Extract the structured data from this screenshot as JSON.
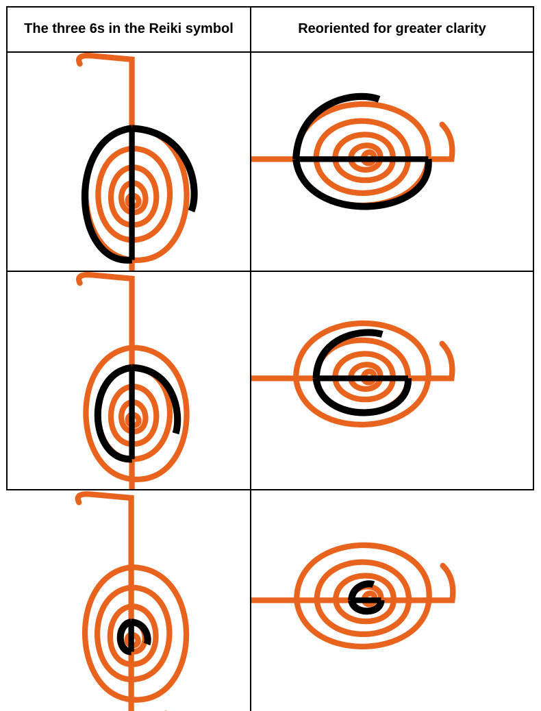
{
  "table": {
    "headers": [
      "The three 6s in the Reiki symbol",
      "Reoriented for greater clarity"
    ]
  },
  "colors": {
    "symbol_orange": "#e8641e",
    "highlight_black": "#000000",
    "border": "#000000"
  },
  "rows": [
    {
      "highlight": "largest 6"
    },
    {
      "highlight": "middle 6"
    },
    {
      "highlight": "smallest 6"
    }
  ]
}
